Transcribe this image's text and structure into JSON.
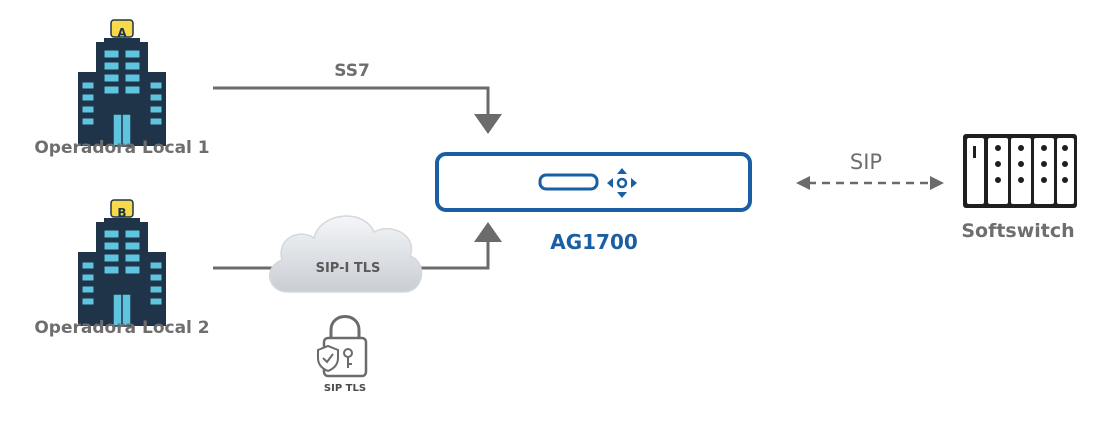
{
  "operator1": {
    "label": "Operadora Local 1",
    "badge": "A"
  },
  "operator2": {
    "label": "Operadora Local 2",
    "badge": "B"
  },
  "links": {
    "ss7_label": "SS7",
    "sip_label": "SIP",
    "cloud_label": "SIP-I TLS",
    "lock_label": "SIP TLS"
  },
  "gateway": {
    "label": "AG1700"
  },
  "softswitch": {
    "label": "Softswitch"
  },
  "colors": {
    "accent": "#1a5fa3",
    "line": "#6b6b6b",
    "building_dark": "#1f3448",
    "building_light": "#5fc4de",
    "badge": "#f7d94a"
  }
}
